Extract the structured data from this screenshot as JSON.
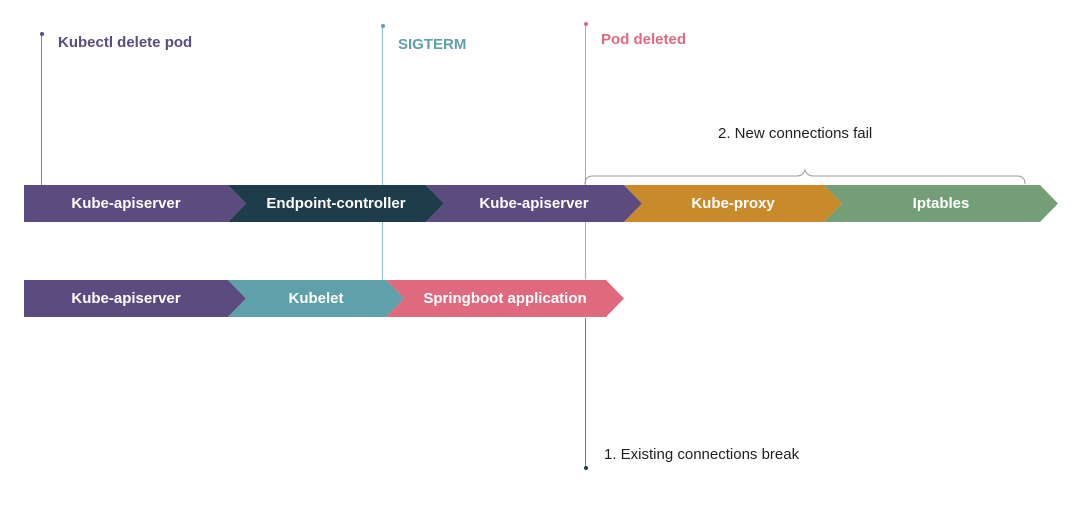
{
  "events": {
    "delete_pod": "Kubectl delete pod",
    "sigterm": "SIGTERM",
    "pod_deleted": "Pod deleted"
  },
  "notes": {
    "new_connections_fail": "2. New connections fail",
    "existing_connections_break": "1. Existing connections break"
  },
  "row1": [
    {
      "label": "Kube-apiserver",
      "color": "#5c4b7e"
    },
    {
      "label": "Endpoint-controller",
      "color": "#1f3c4b"
    },
    {
      "label": "Kube-apiserver",
      "color": "#5c4b7e"
    },
    {
      "label": "Kube-proxy",
      "color": "#c98a2c"
    },
    {
      "label": "Iptables",
      "color": "#739e77"
    }
  ],
  "row2": [
    {
      "label": "Kube-apiserver",
      "color": "#5c4b7e"
    },
    {
      "label": "Kubelet",
      "color": "#5fa1ab"
    },
    {
      "label": "Springboot application",
      "color": "#e06a7d"
    }
  ],
  "colors": {
    "delete_pod": "#5c4b7e",
    "sigterm": "#5fa1ab",
    "pod_deleted": "#e06a7d",
    "break_line": "#4d8f7a"
  }
}
